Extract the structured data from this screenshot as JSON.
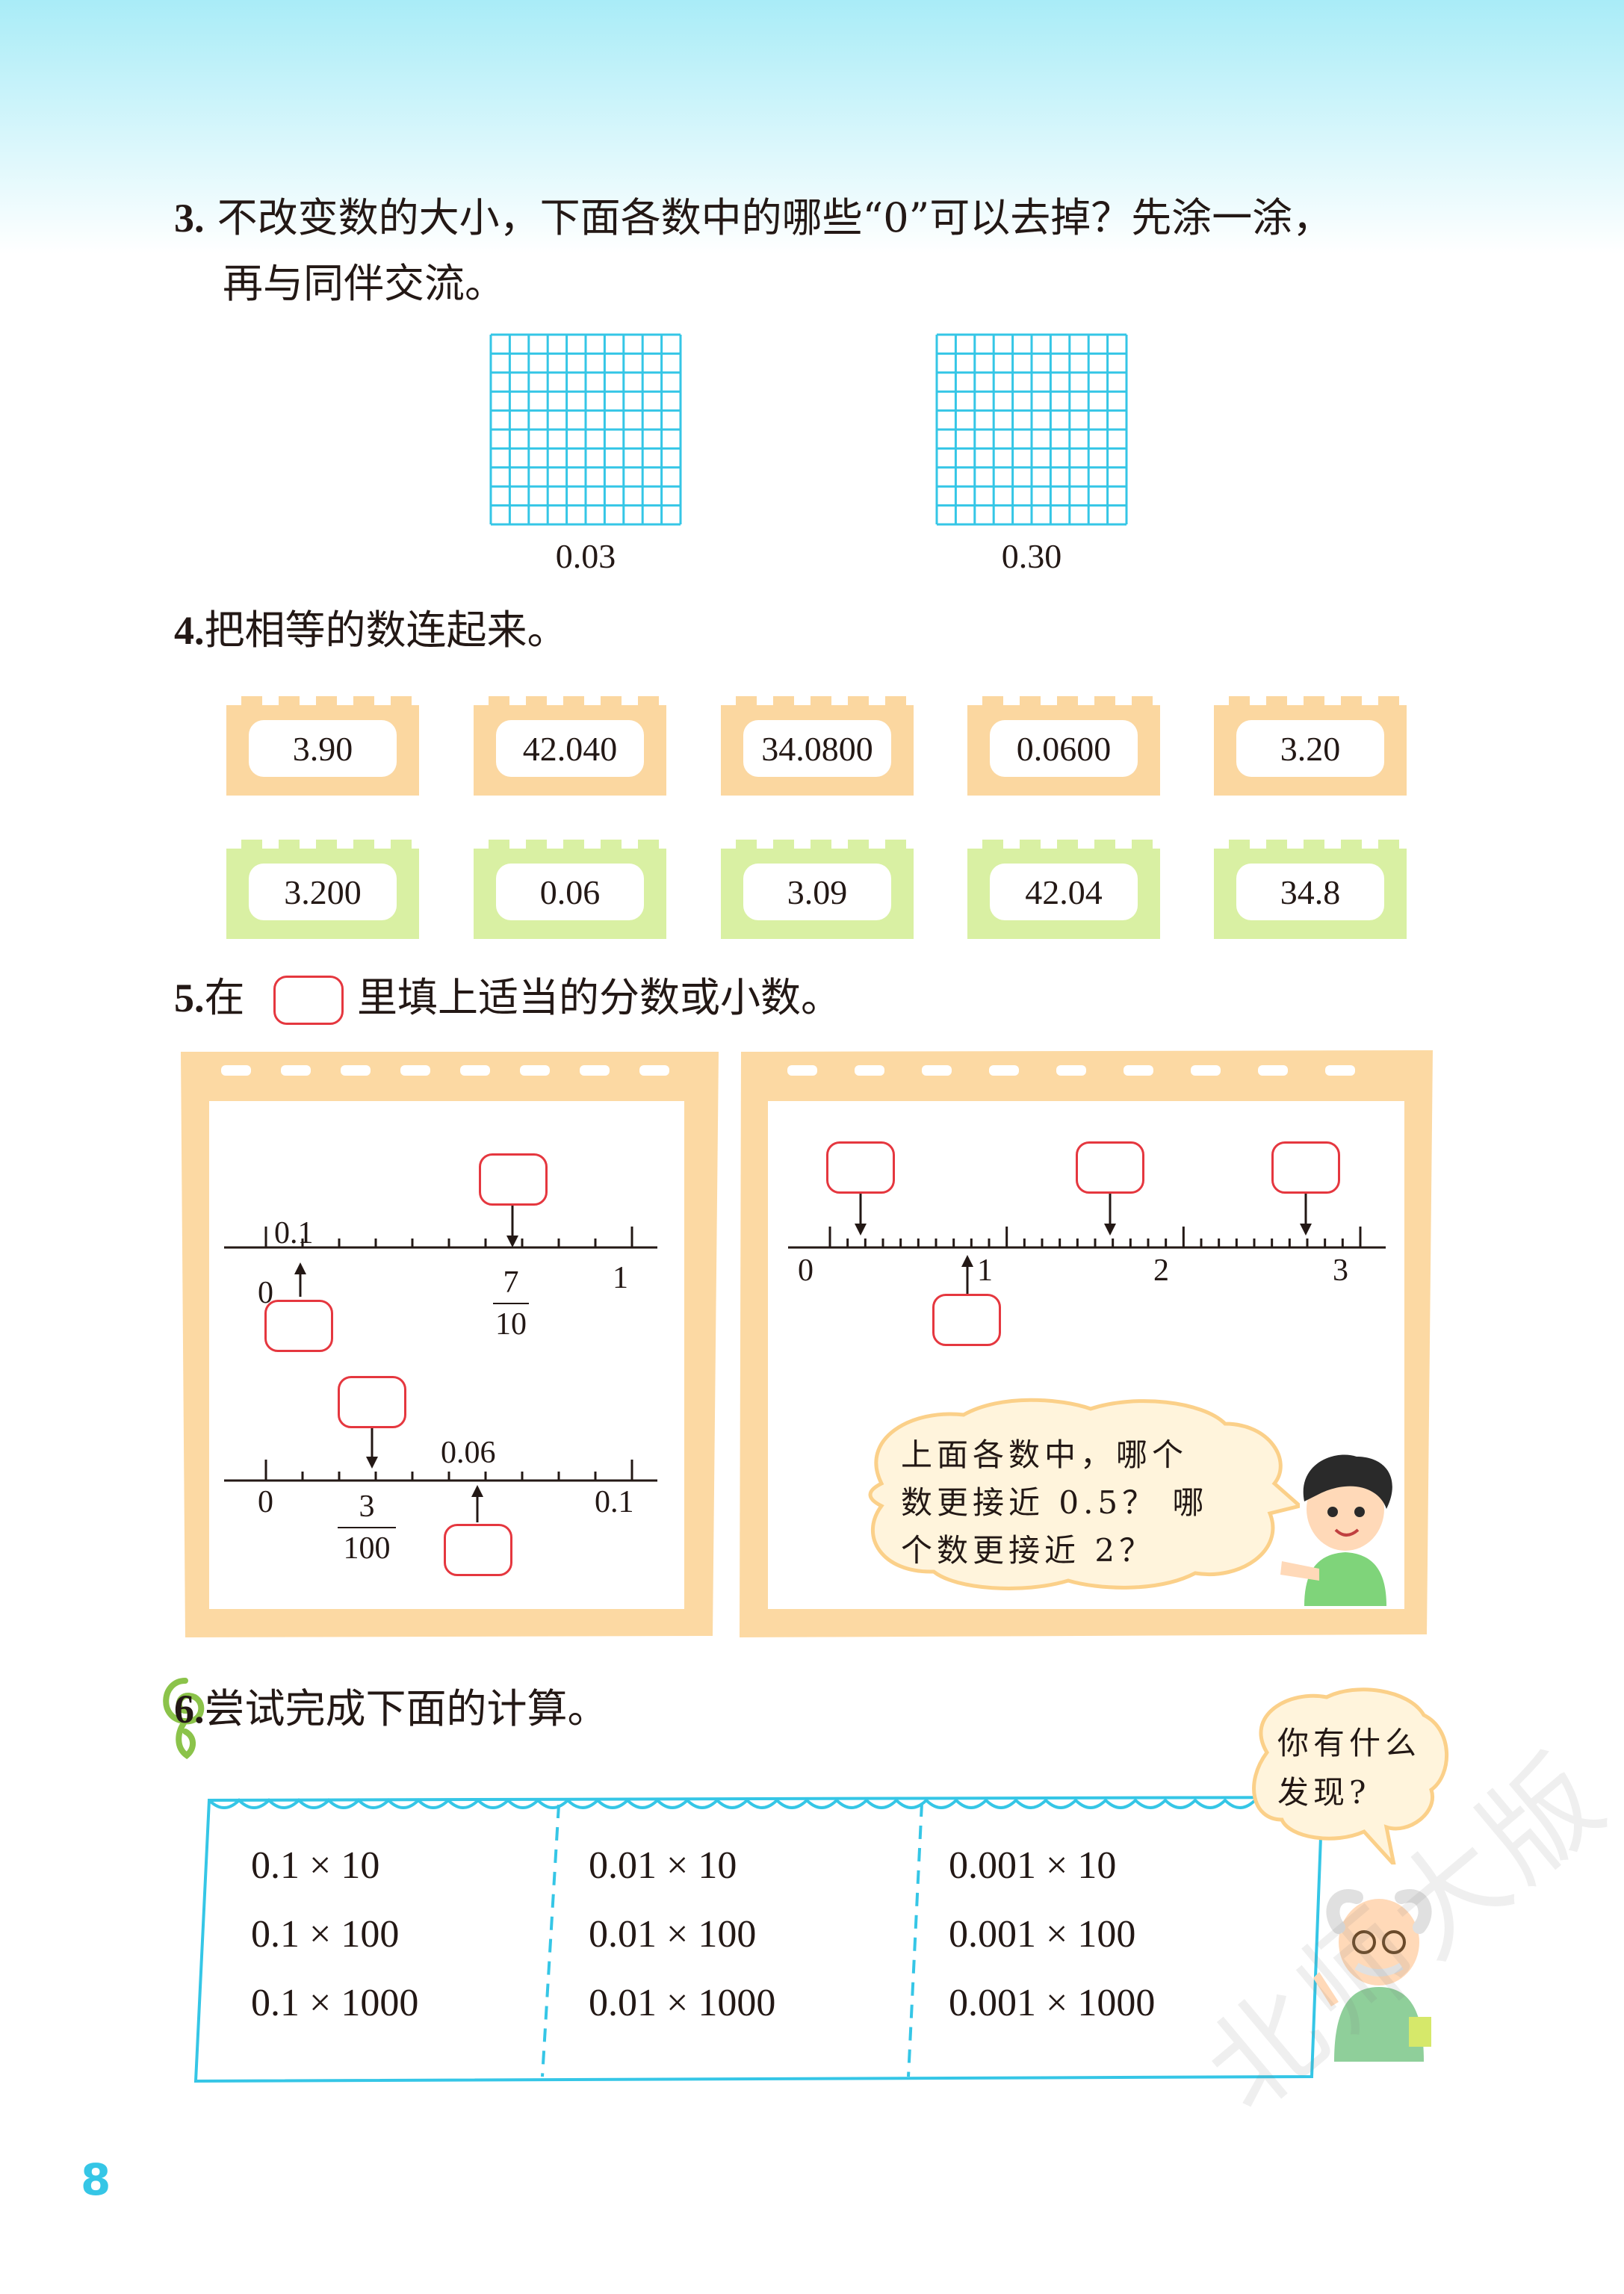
{
  "q3": {
    "number": "3.",
    "line1": "不改变数的大小，下面各数中的哪些“0”可以去掉？先涂一涂，",
    "line2": "再与同伴交流。",
    "grid_labels": [
      "0.03",
      "0.30"
    ]
  },
  "q4": {
    "number": "4.",
    "text": "把相等的数连起来。",
    "top_row": [
      "3.90",
      "42.040",
      "34.0800",
      "0.0600",
      "3.20"
    ],
    "bottom_row": [
      "3.200",
      "0.06",
      "3.09",
      "42.04",
      "34.8"
    ]
  },
  "q5": {
    "number": "5.",
    "prefix": "在",
    "suffix": "里填上适当的分数或小数。",
    "line_a": {
      "start": "0",
      "end": "1",
      "marked": "0.1",
      "frac_num": "7",
      "frac_den": "10"
    },
    "line_b": {
      "start": "0",
      "end": "0.1",
      "marked": "0.06",
      "frac_num": "3",
      "frac_den": "100"
    },
    "line_c": {
      "ticks": [
        "0",
        "1",
        "2",
        "3"
      ]
    },
    "bubble": [
      "上面各数中，哪个",
      "数更接近 0.5？ 哪",
      "个数更接近 2？"
    ]
  },
  "q6": {
    "number": "6.",
    "text": "尝试完成下面的计算。",
    "col1": [
      "0.1 × 10",
      "0.1 × 100",
      "0.1 × 1000"
    ],
    "col2": [
      "0.01 × 10",
      "0.01 × 100",
      "0.01 × 1000"
    ],
    "col3": [
      "0.001 × 10",
      "0.001 × 100",
      "0.001 × 1000"
    ],
    "bubble": [
      "你有什么",
      "发现?"
    ]
  },
  "page_number": "8",
  "watermark": "北师大版",
  "colors": {
    "cyan": "#35c6e6",
    "orange_brick": "#fbd7a0",
    "green_brick": "#d9f0a3",
    "red_box": "#e5373f",
    "frame": "#fcd9a3"
  }
}
